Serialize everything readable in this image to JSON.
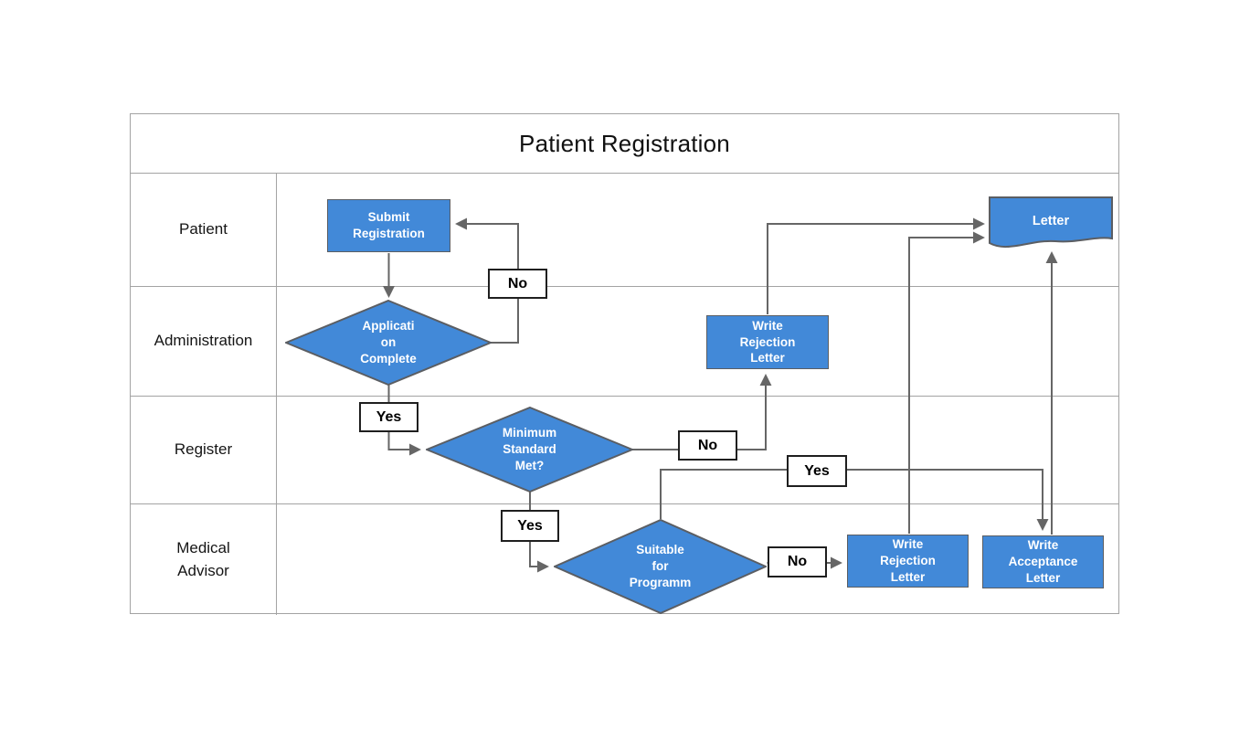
{
  "colors": {
    "node_fill": "#4289d8",
    "node_border": "#5b5e63",
    "node_text": "#ffffff",
    "connector": "#666666",
    "grid_line": "#a3a3a3",
    "edge_label_border": "#1f1f1f",
    "text": "#111111",
    "background": "#ffffff"
  },
  "diagram": {
    "title": "Patient Registration",
    "lanes": [
      {
        "label": "Patient"
      },
      {
        "label": "Administration"
      },
      {
        "label": "Register"
      },
      {
        "label": "Medical\nAdvisor"
      }
    ],
    "nodes": {
      "submit_registration": {
        "type": "process",
        "label": "Submit\nRegistration"
      },
      "application_complete": {
        "type": "decision",
        "label": "Applicati\non\nComplete"
      },
      "minimum_standard": {
        "type": "decision",
        "label": "Minimum\nStandard\nMet?"
      },
      "write_rejection_letter_admin": {
        "type": "process",
        "label": "Write\nRejection\nLetter"
      },
      "suitable_for_programme": {
        "type": "decision",
        "label": "Suitable\nfor\nProgramm"
      },
      "write_rejection_letter_medical": {
        "type": "process",
        "label": "Write\nRejection\nLetter"
      },
      "write_acceptance_letter": {
        "type": "process",
        "label": "Write\nAcceptance\nLetter"
      },
      "letter": {
        "type": "document",
        "label": "Letter"
      }
    },
    "edge_labels": {
      "application_no": "No",
      "application_yes": "Yes",
      "minimum_no": "No",
      "minimum_yes": "Yes",
      "suitable_yes": "Yes",
      "suitable_no": "No"
    }
  }
}
